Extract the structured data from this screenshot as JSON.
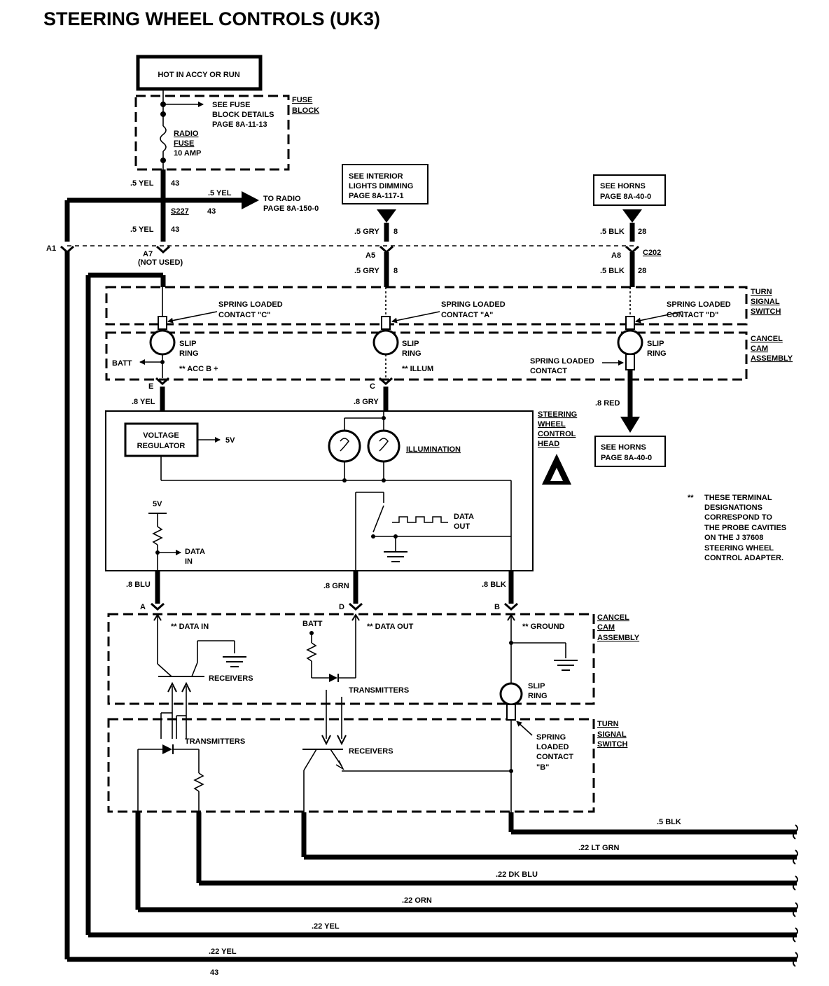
{
  "title": "STEERING WHEEL CONTROLS (UK3)",
  "source_box": "HOT IN ACCY OR RUN",
  "fuse_block": {
    "label_line1": "FUSE",
    "label_line2": "BLOCK",
    "details_line1": "SEE FUSE",
    "details_line2": "BLOCK DETAILS",
    "details_line3": "PAGE 8A-11-13",
    "fuse_line1": "RADIO",
    "fuse_line2": "FUSE",
    "fuse_line3": "10 AMP"
  },
  "wires": {
    "yel5_a": ".5 YEL",
    "yel5_a_num": "43",
    "yel5_radio": ".5 YEL",
    "yel5_radio_num": "43",
    "splice": "S227",
    "yel5_b": ".5 YEL",
    "yel5_b_num": "43",
    "gry5_a": ".5 GRY",
    "gry5_a_num": "8",
    "gry5_b": ".5 GRY",
    "gry5_b_num": "8",
    "blk5_a": ".5 BLK",
    "blk5_a_num": "28",
    "blk5_b": ".5 BLK",
    "blk5_b_num": "28",
    "yel8": ".8 YEL",
    "gry8": ".8 GRY",
    "red8": ".8 RED",
    "blu8": ".8 BLU",
    "grn8": ".8 GRN",
    "blk8": ".8 BLK"
  },
  "radio_ref_line1": "TO RADIO",
  "radio_ref_line2": "PAGE 8A-150-0",
  "interior_ref": {
    "line1": "SEE INTERIOR",
    "line2": "LIGHTS DIMMING",
    "line3": "PAGE 8A-117-1"
  },
  "horns_ref_top": {
    "line1": "SEE HORNS",
    "line2": "PAGE 8A-40-0"
  },
  "horns_ref_bottom": {
    "line1": "SEE HORNS",
    "line2": "PAGE 8A-40-0"
  },
  "connector": {
    "a1": "A1",
    "a7": "A7",
    "a7_note": "(NOT USED)",
    "a5": "A5",
    "a8": "A8",
    "c202": "C202",
    "e": "E",
    "c": "C",
    "a": "A",
    "d": "D",
    "b": "B"
  },
  "turn_signal_switch": {
    "line1": "TURN",
    "line2": "SIGNAL",
    "line3": "SWITCH"
  },
  "cancel_cam": {
    "line1": "CANCEL",
    "line2": "CAM",
    "line3": "ASSEMBLY"
  },
  "contact_c": {
    "line1": "SPRING LOADED",
    "line2": "CONTACT \"C\""
  },
  "contact_a": {
    "line1": "SPRING LOADED",
    "line2": "CONTACT \"A\""
  },
  "contact_d": {
    "line1": "SPRING LOADED",
    "line2": "CONTACT \"D\""
  },
  "contact_plain": {
    "line1": "SPRING LOADED",
    "line2": "CONTACT"
  },
  "slip_ring": {
    "line1": "SLIP",
    "line2": "RING"
  },
  "batt": "BATT",
  "acc_b": "** ACC B +",
  "illum": "** ILLUM",
  "control_head": {
    "line1": "STEERING",
    "line2": "WHEEL",
    "line3": "CONTROL",
    "line4": "HEAD"
  },
  "voltage_regulator": {
    "line1": "VOLTAGE",
    "line2": "REGULATOR"
  },
  "five_v": "5V",
  "illumination": "ILLUMINATION",
  "data_out": {
    "line1": "DATA",
    "line2": "OUT"
  },
  "data_in": {
    "line1": "DATA",
    "line2": "IN"
  },
  "note": {
    "marker": "**",
    "line1": "THESE TERMINAL",
    "line2": "DESIGNATIONS",
    "line3": "CORRESPOND TO",
    "line4": "THE PROBE CAVITIES",
    "line5": "ON THE J 37608",
    "line6": "STEERING WHEEL",
    "line7": "CONTROL ADAPTER."
  },
  "lower": {
    "data_in": "** DATA IN",
    "data_out": "** DATA OUT",
    "ground": "** GROUND",
    "receivers": "RECEIVERS",
    "transmitters": "TRANSMITTERS",
    "batt": "BATT",
    "contact_b_line1": "SPRING",
    "contact_b_line2": "LOADED",
    "contact_b_line3": "CONTACT",
    "contact_b_line4": "\"B\""
  },
  "bottom_wires": {
    "blk": ".5 BLK",
    "ltgrn": ".22 LT GRN",
    "dkblu": ".22 DK  BLU",
    "orn": ".22 ORN",
    "yel1": ".22 YEL",
    "yel2": ".22 YEL",
    "num43": "43"
  }
}
